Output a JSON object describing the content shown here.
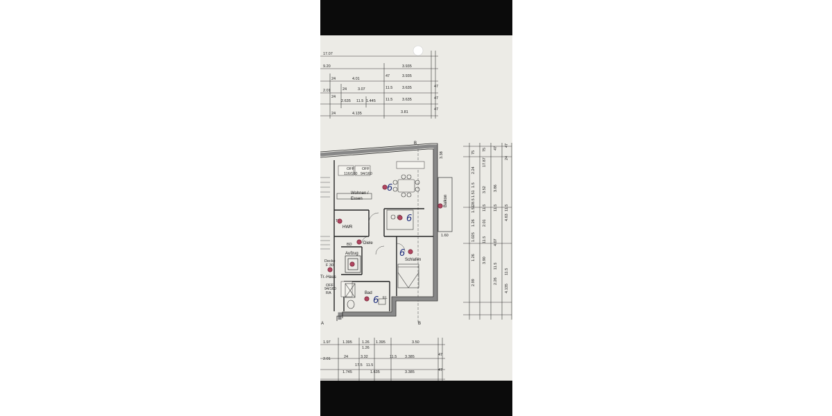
{
  "plan": {
    "top_dims": {
      "row1": [
        "17.07"
      ],
      "row2": [
        "9.20",
        "3.935"
      ],
      "row3": [
        "24",
        "4.01",
        "47",
        "3.935"
      ],
      "row4": [
        "2.01",
        "24",
        "3.07",
        "11.5",
        "3.635",
        "47"
      ],
      "row5": [
        "24",
        "2.635",
        "11.5",
        "1.445",
        "11.5",
        "3.635",
        "47"
      ],
      "row6": [
        "24",
        "4.135",
        "3.81",
        "47"
      ]
    },
    "bottom_dims": {
      "row1": [
        "1.97",
        "1.395",
        "1.26",
        "1.395",
        "3.50"
      ],
      "row1b": [
        "1.26"
      ],
      "row2": [
        "2.01",
        "24",
        "3.32",
        "11.5",
        "3.385",
        "47"
      ],
      "row3": [
        "17.5",
        "11.5"
      ],
      "row4": [
        "1.745",
        "1.635",
        "3.385",
        "47"
      ]
    },
    "right_dims": {
      "col1": [
        "2.99",
        "1.26",
        "1.26",
        "1.025",
        "1.51",
        "28.5",
        "1.51",
        "1.5",
        "2.24",
        "75"
      ],
      "col2": [
        "3.90",
        "11.5",
        "2.01",
        "11.5",
        "3.52",
        "17.87",
        "75"
      ],
      "col3": [
        "2.26",
        "11.5",
        "4.07",
        "11.5",
        "3.86",
        "47"
      ],
      "col4": [
        "4.135",
        "11.5",
        "4.63",
        "11.5",
        "47",
        "24"
      ]
    },
    "section_markers": [
      "B",
      "B",
      "A"
    ],
    "rooms": {
      "wohnen": "Wohnen /",
      "essen": "Essen",
      "hwr": "HWR",
      "diele": "Diele",
      "schlafen": "Schlafen",
      "bad": "Bad",
      "aufzug": "Aufzug",
      "balkon": "Balkon",
      "trhaus": "Tr.-Haus",
      "decke": "Decke",
      "f30": "F 30"
    },
    "window_tags": {
      "w1": "OFF",
      "w1b": "116/160",
      "w2": "OFF",
      "w2b": "94/160",
      "w3": "OFF",
      "w3b": "94/160",
      "w3c": "RA"
    },
    "small_labels": {
      "bd": "BD",
      "el": "EL",
      "tr": "TR",
      "dim338": "3.38",
      "dim160": "1.60"
    },
    "handwritten": [
      "6",
      "6",
      "6",
      "6"
    ]
  }
}
